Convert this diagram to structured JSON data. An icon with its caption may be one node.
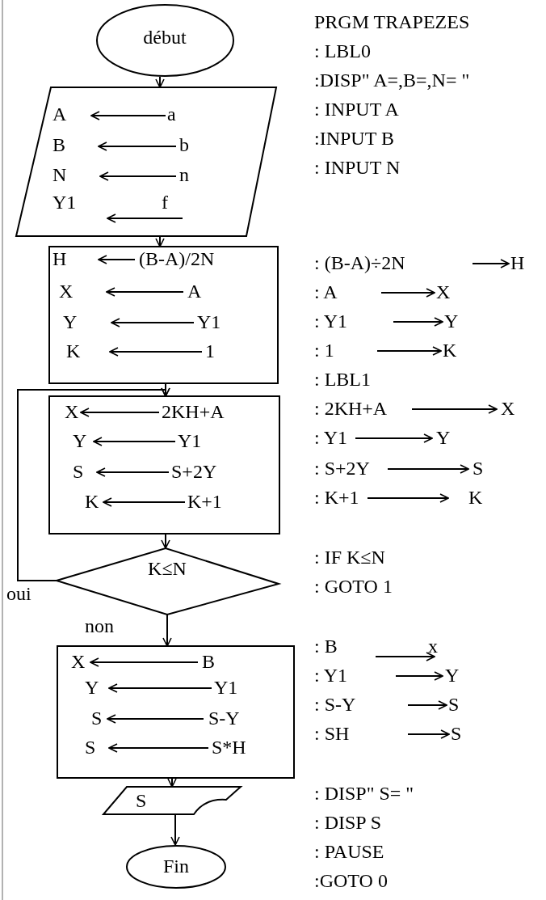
{
  "diagram": {
    "nodes": [
      {
        "text": [
          "début"
        ]
      },
      {
        "text": [
          "A",
          "a",
          "B",
          "b",
          "N",
          "n",
          "Y1",
          "f"
        ]
      },
      {
        "text": [
          "H",
          "(B-A)/2N",
          "X",
          "A",
          "Y",
          "Y1",
          "K",
          "1"
        ]
      },
      {
        "text": [
          "X",
          "2KH+A",
          "Y",
          "Y1",
          "S",
          "S+2Y",
          "K",
          "K+1"
        ]
      },
      {
        "text": [
          "K≤N"
        ]
      },
      {
        "text": [
          "X",
          "B",
          "Y",
          "Y1",
          "S",
          "S-Y",
          "S",
          "S*H"
        ]
      },
      {
        "text": [
          "S"
        ]
      },
      {
        "text": [
          "Fin"
        ]
      }
    ],
    "edges": [
      {
        "from": 0,
        "to": 1,
        "arrow": "to"
      },
      {
        "from": 1,
        "to": 2,
        "arrow": "to"
      },
      {
        "from": 2,
        "to": 3,
        "arrow": "to"
      },
      {
        "from": 3,
        "to": 4,
        "arrow": "to"
      },
      {
        "from": 4,
        "to": 5,
        "arrow": "to",
        "label": "non"
      },
      {
        "from": 4,
        "to": 3,
        "arrow": "to",
        "label": "oui"
      },
      {
        "from": 5,
        "to": 6,
        "arrow": "to"
      },
      {
        "from": 6,
        "to": 7,
        "arrow": "to"
      }
    ],
    "labels": [
      "PRGM TRAPEZES",
      ": LBL0",
      ":DISP\" A=,B=,N= \"",
      ": INPUT A",
      ":INPUT B",
      ": INPUT N",
      ": (B-A)÷2N",
      "H",
      ": A",
      "X",
      ": Y1",
      "Y",
      ": 1",
      "K",
      ": LBL1",
      ": 2KH+A",
      "X",
      ": Y1",
      "Y",
      ": S+2Y",
      "S",
      ": K+1",
      "K",
      ": IF K≤N",
      ": GOTO 1",
      ": B",
      "x",
      ": Y1",
      "Y",
      ": S-Y",
      "S",
      ": SH",
      "S",
      ": DISP\" S= \"",
      ": DISP S",
      ": PAUSE",
      ":GOTO 0"
    ]
  }
}
